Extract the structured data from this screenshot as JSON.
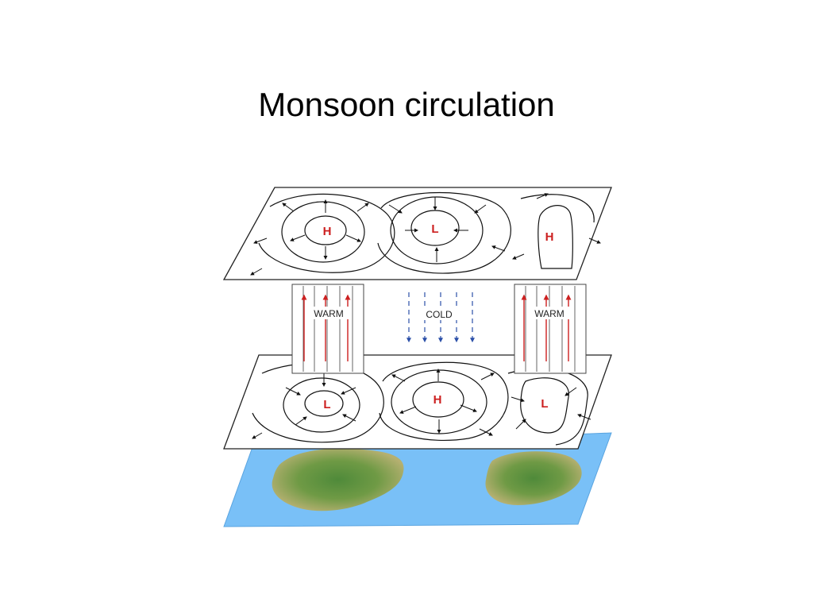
{
  "slide": {
    "title": "Monsoon circulation"
  },
  "diagram": {
    "upper_level": {
      "centers": [
        "H",
        "L",
        "H"
      ]
    },
    "lower_level": {
      "centers": [
        "L",
        "H",
        "L"
      ]
    },
    "columns": {
      "left_label": "WARM",
      "middle_label": "COLD",
      "right_label": "WARM"
    },
    "colors": {
      "pressure_center": "#cc1f1f",
      "rising_arrow": "#cc1f1f",
      "sinking_arrow": "#2b4fa8",
      "ocean": "#79c0f7",
      "land": "#6f9a45",
      "land_edge": "#a9ad6c"
    }
  }
}
